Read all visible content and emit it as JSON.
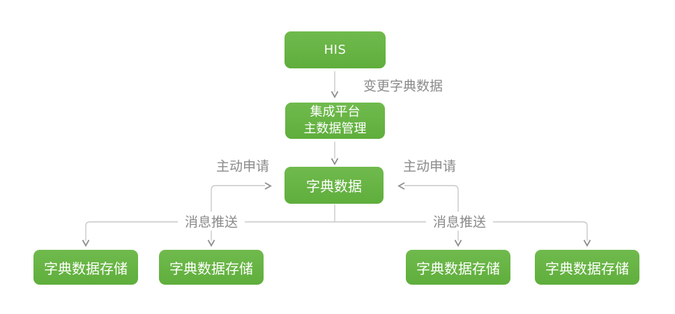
{
  "diagram": {
    "colors": {
      "background": "#ffffff",
      "node_green_top": "#70ba4d",
      "node_green_bottom": "#5fae3c",
      "node_text": "#ffffff",
      "line_gray": "#c9c9c9",
      "arrow_gray": "#8f8f8f",
      "label_gray": "#8a8a8a"
    },
    "nodes": {
      "his": {
        "label": "HIS"
      },
      "platform": {
        "line1": "集成平台",
        "line2": "主数据管理"
      },
      "dict": {
        "label": "字典数据"
      },
      "storage1": {
        "label": "字典数据存储"
      },
      "storage2": {
        "label": "字典数据存储"
      },
      "storage3": {
        "label": "字典数据存储"
      },
      "storage4": {
        "label": "字典数据存储"
      }
    },
    "edge_labels": {
      "change_dict": "变更字典数据",
      "apply_left": "主动申请",
      "apply_right": "主动申请",
      "push_left": "消息推送",
      "push_right": "消息推送"
    }
  }
}
